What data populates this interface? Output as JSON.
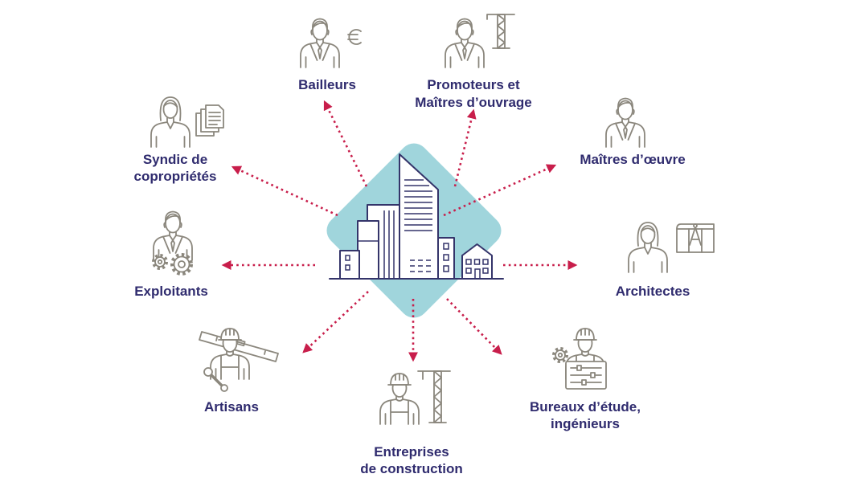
{
  "colors": {
    "label": "#2f2b6e",
    "arrow": "#c81e4b",
    "diamond": "#a0d5dc",
    "building_line": "#34346a",
    "icon_line": "#8b877d"
  },
  "center": {
    "icon": "city-buildings-icon"
  },
  "stakeholders": [
    {
      "lines": [
        "Bailleurs"
      ],
      "icon": "businessman-euro-icon"
    },
    {
      "lines": [
        "Promoteurs et",
        "Maîtres d’ouvrage"
      ],
      "icon": "businessman-crane-icon"
    },
    {
      "lines": [
        "Maîtres d’œuvre"
      ],
      "icon": "businessman-icon"
    },
    {
      "lines": [
        "Syndic de",
        "copropriétés"
      ],
      "icon": "woman-documents-icon"
    },
    {
      "lines": [
        "Exploitants"
      ],
      "icon": "businessman-gears-icon"
    },
    {
      "lines": [
        "Architectes"
      ],
      "icon": "woman-blueprint-icon"
    },
    {
      "lines": [
        "Artisans"
      ],
      "icon": "worker-level-wrench-icon"
    },
    {
      "lines": [
        "Entreprises",
        "de construction"
      ],
      "icon": "worker-crane-icon"
    },
    {
      "lines": [
        "Bureaux d’étude,",
        "ingénieurs"
      ],
      "icon": "worker-gear-panel-icon"
    }
  ]
}
